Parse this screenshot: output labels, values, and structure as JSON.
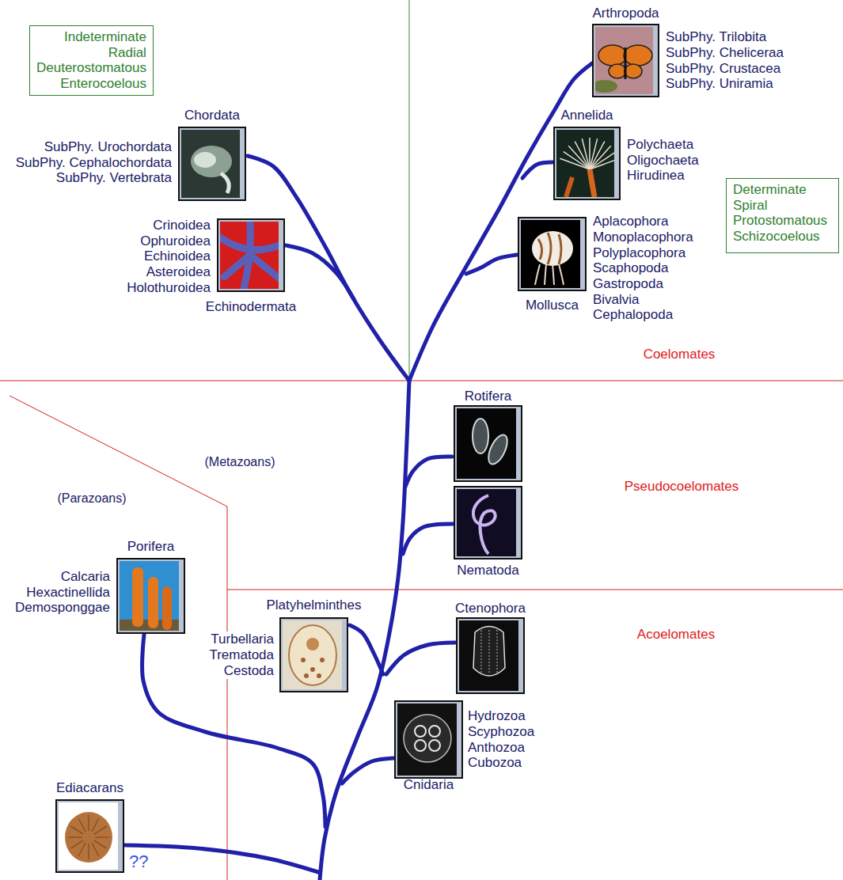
{
  "diagram": {
    "nodes": [
      {
        "text": [
          "Indeterminate",
          "Radial",
          "Deuterostomatous",
          "Enterocoelous"
        ]
      },
      {
        "text": [
          "Chordata",
          "SubPhy. Urochordata",
          "SubPhy. Cephalochordata",
          "SubPhy. Vertebrata"
        ]
      },
      {
        "text": [
          "Echinodermata",
          "Crinoidea",
          "Ophuroidea",
          "Echinoidea",
          "Asteroidea",
          "Holothuroidea"
        ]
      },
      {
        "text": [
          "Arthropoda",
          "SubPhy. Trilobita",
          "SubPhy. Cheliceraa",
          "SubPhy. Crustacea",
          "SubPhy. Uniramia"
        ]
      },
      {
        "text": [
          "Annelida",
          "Polychaeta",
          "Oligochaeta",
          "Hirudinea"
        ]
      },
      {
        "text": [
          "Determinate",
          "Spiral",
          "Protostomatous",
          "Schizocoelous"
        ]
      },
      {
        "text": [
          "Mollusca",
          "Aplacophora",
          "Monoplacophora",
          "Polyplacophora",
          "Scaphopoda",
          "Gastropoda",
          "Bivalvia",
          "Cephalopoda"
        ]
      },
      {
        "text": [
          "Rotifera"
        ]
      },
      {
        "text": [
          "Nematoda"
        ]
      },
      {
        "text": [
          "Porifera",
          "Calcaria",
          "Hexactinellida",
          "Demosponggae"
        ]
      },
      {
        "text": [
          "Platyhelminthes",
          "Turbellaria",
          "Trematoda",
          "Cestoda"
        ]
      },
      {
        "text": [
          "Ctenophora"
        ]
      },
      {
        "text": [
          "Cnidaria",
          "Hydrozoa",
          "Scyphozoa",
          "Anthozoa",
          "Cubozoa"
        ]
      },
      {
        "text": [
          "Ediacarans"
        ]
      }
    ],
    "labels": [
      "Coelomates",
      "(Metazoans)",
      "Pseudocoelomates",
      "(Parazoans)",
      "Acoelomates",
      "??"
    ]
  }
}
